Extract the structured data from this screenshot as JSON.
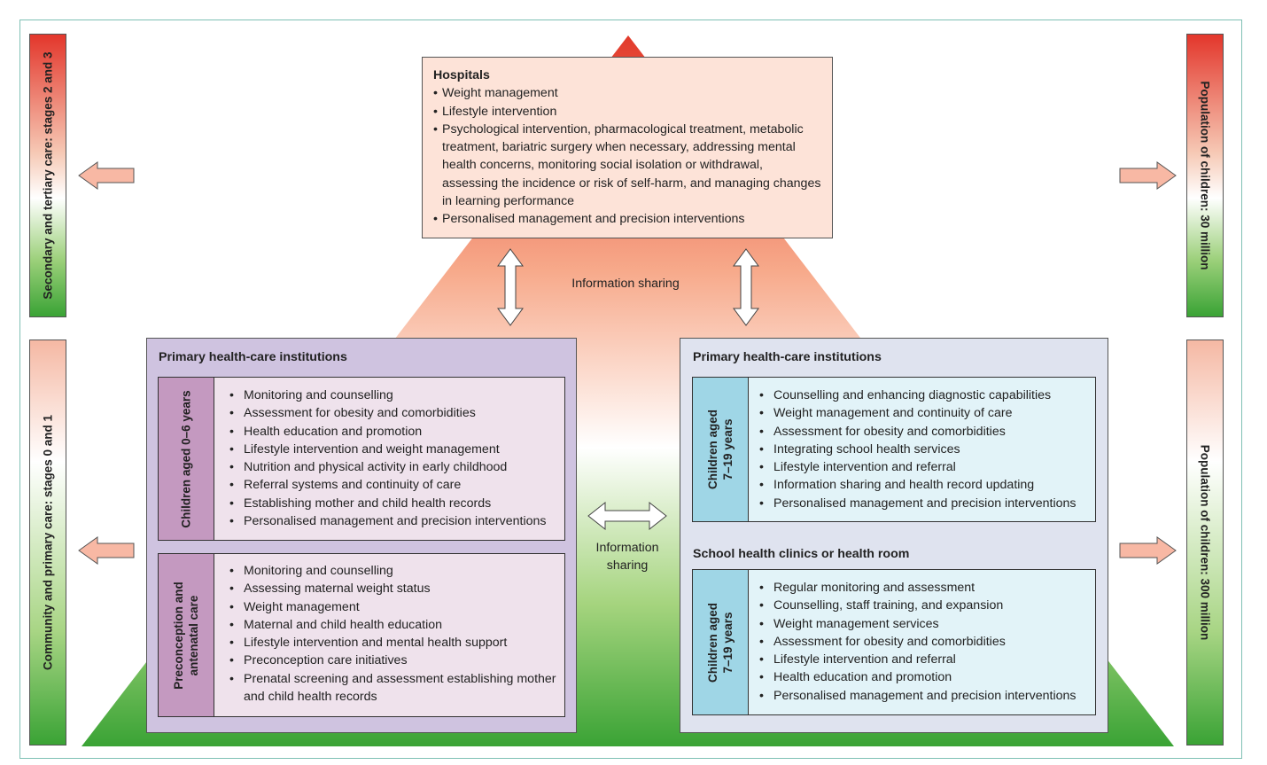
{
  "left_bars": {
    "upper": "Secondary and tertiary care: stages 2 and 3",
    "lower": "Community and primary care: stages 0 and 1"
  },
  "right_bars": {
    "upper": "Population of children: 30 million",
    "lower": "Population of children: 300 million"
  },
  "hospitals": {
    "title": "Hospitals",
    "items": [
      "Weight management",
      "Lifestyle intervention",
      "Psychological intervention, pharmacological treatment, metabolic treatment, bariatric surgery when necessary, addressing mental health concerns, monitoring social isolation or withdrawal, assessing the incidence or risk of self-harm, and managing changes in learning performance",
      "Personalised management and precision interventions"
    ]
  },
  "info_sharing": {
    "top": "Information sharing",
    "middle_line1": "Information",
    "middle_line2": "sharing"
  },
  "left_panel": {
    "title": "Primary health-care institutions",
    "group1": {
      "label": "Children aged 0–6 years",
      "items": [
        "Monitoring and counselling",
        "Assessment for obesity and comorbidities",
        "Health education and promotion",
        "Lifestyle intervention and weight management",
        "Nutrition and physical activity in early childhood",
        "Referral systems and continuity of care",
        "Establishing mother and child health records",
        "Personalised management and precision interventions"
      ]
    },
    "group2": {
      "label_line1": "Preconception and",
      "label_line2": "antenatal care",
      "items": [
        "Monitoring and counselling",
        "Assessing maternal weight status",
        "Weight management",
        "Maternal and child health education",
        "Lifestyle intervention and mental health support",
        "Preconception care initiatives",
        "Prenatal screening and assessment establishing mother and child health records"
      ]
    }
  },
  "right_panel": {
    "title": "Primary health-care institutions",
    "group1": {
      "label_line1": "Children aged",
      "label_line2": "7–19 years",
      "items": [
        "Counselling and enhancing diagnostic capabilities",
        "Weight management and continuity of care",
        "Assessment for obesity and comorbidities",
        "Integrating school health services",
        "Lifestyle intervention and referral",
        "Information sharing and health record updating",
        "Personalised management and precision interventions"
      ]
    },
    "school_title": "School health clinics or health room",
    "group2": {
      "label_line1": "Children aged",
      "label_line2": "7–19 years",
      "items": [
        "Regular monitoring and assessment",
        "Counselling, staff training, and expansion",
        "Weight management services",
        "Assessment for obesity and comorbidities",
        "Lifestyle intervention and referral",
        "Health education and promotion",
        "Personalised management and precision interventions"
      ]
    }
  },
  "colors": {
    "pyramid_top": "#e23a2b",
    "pyramid_bottom": "#3aa335",
    "arrow_fill": "#f8b8a4",
    "hospital_box": "#fde3d8",
    "left_panel": "#cfc3e0",
    "left_inner": "#efe2ec",
    "left_label": "#c499c0",
    "right_panel": "#dfe3ef",
    "right_inner": "#e2f3f8",
    "right_label": "#9fd6e6"
  }
}
